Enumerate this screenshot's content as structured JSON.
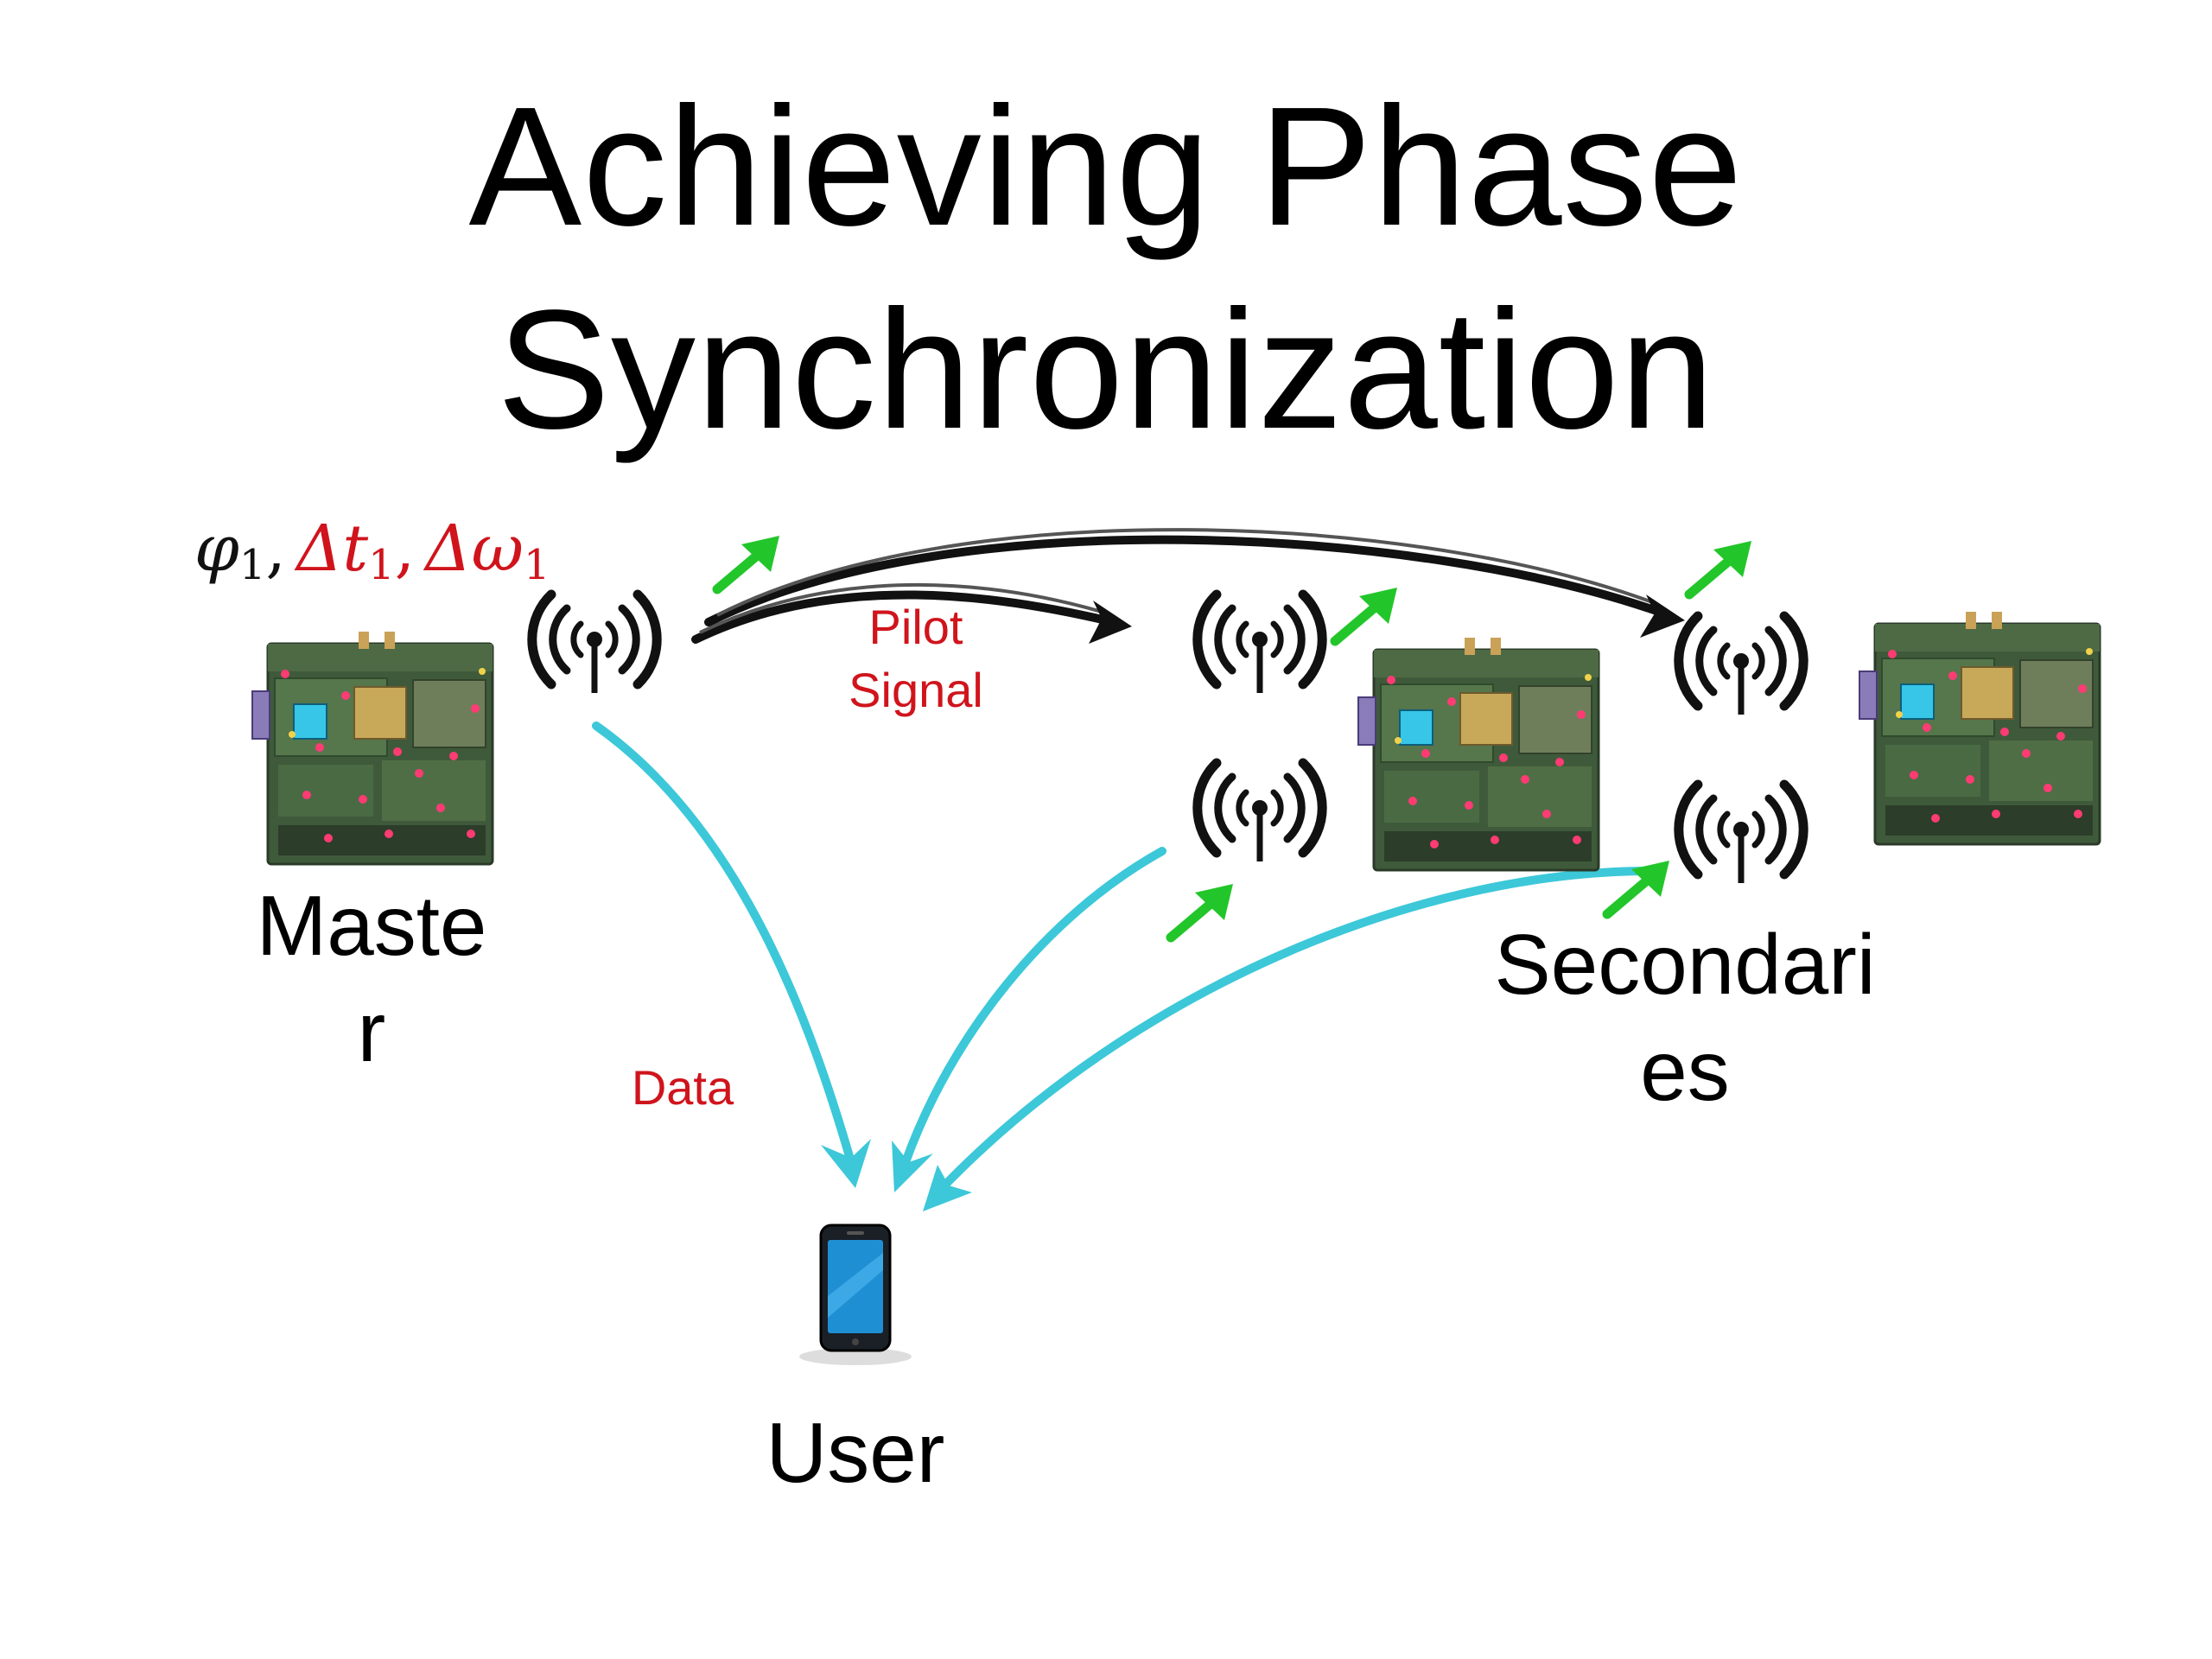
{
  "slide": {
    "title_line1": "Achieving Phase",
    "title_line2": "Synchronization"
  },
  "math": {
    "phi_symbol": "φ",
    "phi_sub": "1",
    "sep": ",",
    "delta_t": "Δt",
    "delta_t_sub": "1",
    "delta_omega": "Δω",
    "delta_omega_sub": "1"
  },
  "labels": {
    "master": [
      "Maste",
      "r"
    ],
    "secondaries": [
      "Secondari",
      "es"
    ],
    "user": "User",
    "pilot_signal": [
      "Pilot",
      "Signal"
    ],
    "data": "Data"
  },
  "colors": {
    "pilot_arrow": "#111111",
    "data_arrow": "#3cc8d8",
    "wireless_arrow": "#22c62a",
    "label_red": "#d0141c",
    "board_green": "#3f5a3a"
  },
  "icons": {
    "antenna": "antenna-icon",
    "board": "sdr-board-icon",
    "phone": "smartphone-icon"
  }
}
